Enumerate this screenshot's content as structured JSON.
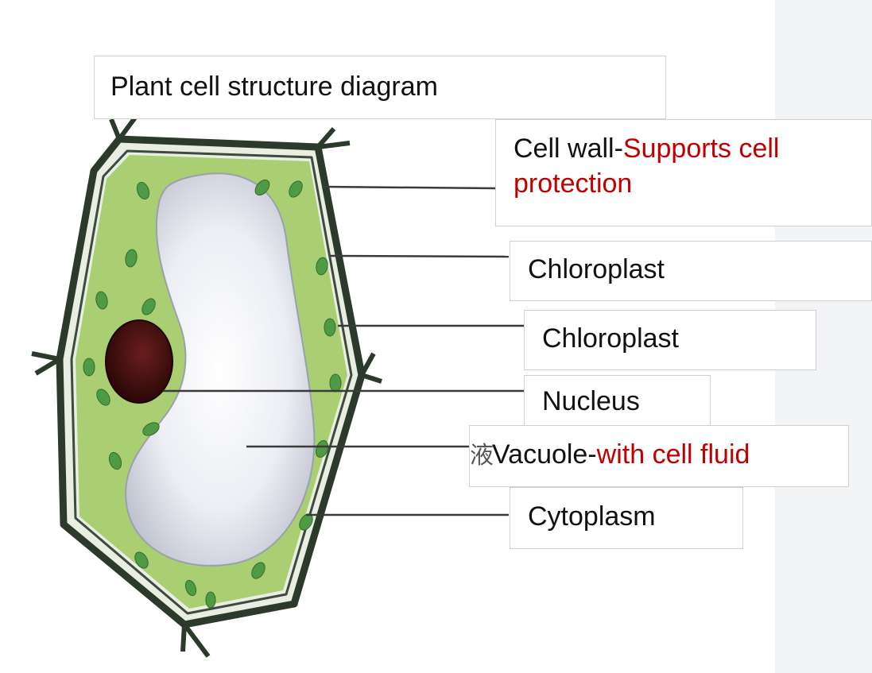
{
  "title": "Plant cell structure diagram",
  "labels": {
    "cell_wall": {
      "name": "Cell wall-",
      "function": "Supports cell protection"
    },
    "chloroplast_1": "Chloroplast",
    "chloroplast_2": "Chloroplast",
    "nucleus": "Nucleus",
    "vacuole": {
      "residual_char": "液",
      "name": "Vacuole-",
      "function": "with cell fluid"
    },
    "cytoplasm": "Cytoplasm"
  },
  "colors": {
    "cell_wall": "#2b3a2b",
    "cytoplasm": "#a9cf72",
    "chloroplast": "#4f9a45",
    "vacuole": "#e6e7ee",
    "nucleus": "#3a0d0d",
    "accent_text": "#c00000",
    "panel": "#f3f4f6"
  }
}
